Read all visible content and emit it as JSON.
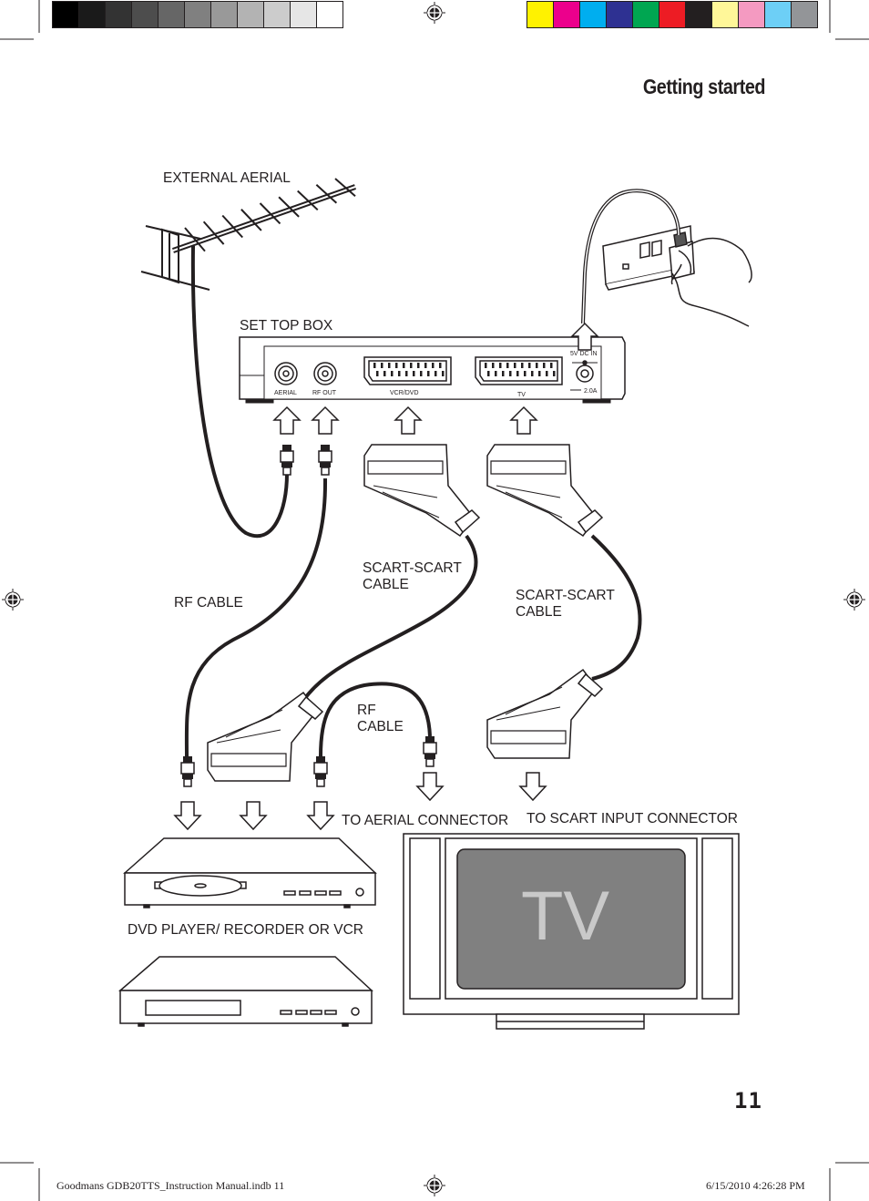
{
  "header": {
    "title": "Getting started",
    "gray_swatches": [
      "#000000",
      "#1a1a1a",
      "#333333",
      "#4d4d4d",
      "#666666",
      "#808080",
      "#999999",
      "#b3b3b3",
      "#cccccc",
      "#e6e6e6",
      "#ffffff"
    ],
    "color_swatches": [
      "#fff200",
      "#ec008c",
      "#00aeef",
      "#2e3192",
      "#00a651",
      "#ed1c24",
      "#231f20",
      "#fff799",
      "#f49ac1",
      "#6dcff6",
      "#939598"
    ]
  },
  "labels": {
    "external_aerial": "EXTERNAL AERIAL",
    "set_top_box": "SET TOP BOX",
    "scart_cable_1_line1": "SCART-SCART",
    "scart_cable_1_line2": "CABLE",
    "scart_cable_2_line1": "SCART-SCART",
    "scart_cable_2_line2": "CABLE",
    "rf_cable_left": "RF CABLE",
    "rf_cable_mid_line1": "RF",
    "rf_cable_mid_line2": "CABLE",
    "to_aerial_connector": "TO AERIAL CONNECTOR",
    "to_scart_input_connector": "TO SCART INPUT CONNECTOR",
    "dvd_player": "DVD PLAYER/ RECORDER OR VCR",
    "tv_screen": "TV"
  },
  "box_panel": {
    "aerial": "AERIAL",
    "rf_out": "RF OUT",
    "vcr_dvd": "VCR/DVD",
    "tv": "TV",
    "dc_in": "5V DC IN",
    "current": "2.0A"
  },
  "page_number": "11",
  "footer": {
    "left": "Goodmans GDB20TTS_Instruction Manual.indb   11",
    "right": "6/15/2010   4:26:28 PM"
  }
}
